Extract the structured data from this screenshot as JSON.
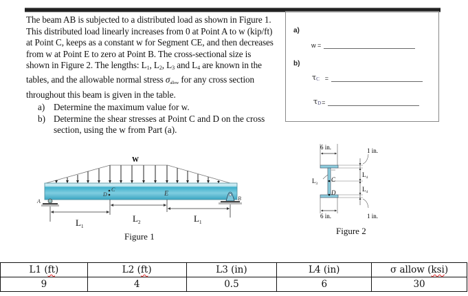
{
  "problem": {
    "lines": [
      "The beam AB is subjected to a distributed load as shown in Figure 1.",
      "This distributed load linearly increases from 0 at Point A to w (kip/ft)",
      "at Point C, keeps as a constant w for Segment CE, and then decreases",
      "from w at Point E to zero at Point B. The cross-sectional size is"
    ],
    "line5_pre": "shown in Figure 2. The lengths: L",
    "line5_parts": [
      "1",
      ", L",
      "2",
      ", L",
      "3",
      " and L",
      "4",
      " are known in the"
    ],
    "line6_pre": "tables, and the allowable normal stress ",
    "sigma_symbol": "σ",
    "sigma_sub": "allow",
    "line6_post": " for any cross section",
    "line7": "throughout this beam is given in the table."
  },
  "tasks": [
    {
      "label": "a)",
      "text": "Determine the maximum value for w."
    },
    {
      "label": "b)",
      "text": "Determine the shear stresses at Point C and D on the cross",
      "cont": "section, using the w from Part (a)."
    }
  ],
  "answer_box": {
    "a_label": "a)",
    "w_label": "w =",
    "b_label": "b)",
    "tau_symbol": "τ",
    "tau_c_sub": "C",
    "tau_c_eq": "=",
    "tau_d_sub": "D",
    "tau_d_eq": "="
  },
  "figure1": {
    "caption": "Figure 1",
    "load_label": "W",
    "point_a": "A",
    "point_b": "B",
    "point_c": "C",
    "point_d": "D",
    "point_e": "E",
    "dim_left": "L",
    "dim_left_sub": "1",
    "dim_mid": "L",
    "dim_mid_sub": "2",
    "dim_right": "L",
    "dim_right_sub": "1",
    "beam_color": "#5bbcd6",
    "beam_light": "#bfe6f0"
  },
  "figure2": {
    "caption": "Figure 2",
    "top_flange_width": "6 in.",
    "bottom_flange_width": "6 in.",
    "top_thickness": "1 in.",
    "bottom_thickness": "1 in.",
    "web_label": "L",
    "web_sub": "3",
    "upper_web": "L",
    "upper_web_sub": "4",
    "lower_web": "L",
    "lower_web_sub": "4",
    "point_c": "C",
    "point_d": "D",
    "section_color": "#8ecfe0"
  },
  "table": {
    "headers": [
      {
        "pre": "L1 (",
        "unit": "ft",
        "post": ")"
      },
      {
        "pre": "L2 (",
        "unit": "ft",
        "post": ")"
      },
      {
        "pre": "L3 (in)",
        "unit": "",
        "post": ""
      },
      {
        "pre": "L4 (in)",
        "unit": "",
        "post": ""
      },
      {
        "pre": "σ allow (",
        "unit": "ksi",
        "post": ")"
      }
    ],
    "values": [
      "9",
      "4",
      "0.5",
      "6",
      "30"
    ]
  }
}
